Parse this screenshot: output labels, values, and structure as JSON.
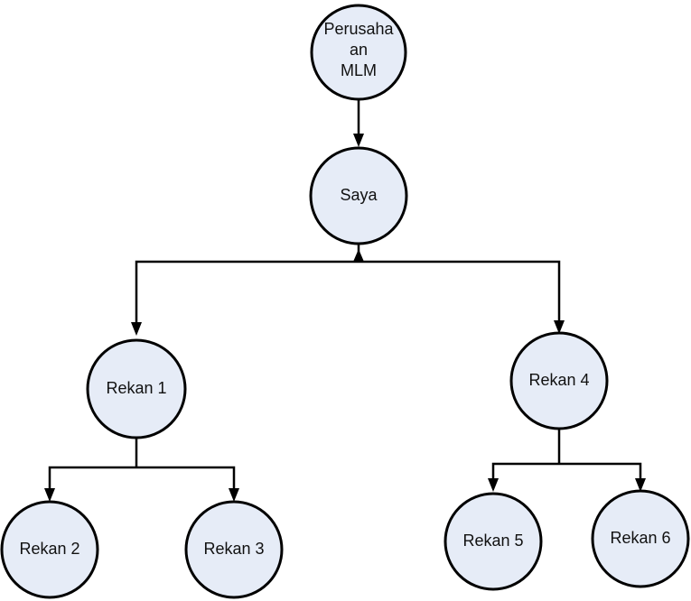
{
  "diagram": {
    "nodes": {
      "perusahaan": {
        "lines": [
          "Perusaha",
          "an",
          "MLM"
        ]
      },
      "saya": {
        "label": "Saya"
      },
      "rekan1": {
        "label": "Rekan 1"
      },
      "rekan2": {
        "label": "Rekan 2"
      },
      "rekan3": {
        "label": "Rekan 3"
      },
      "rekan4": {
        "label": "Rekan 4"
      },
      "rekan5": {
        "label": "Rekan 5"
      },
      "rekan6": {
        "label": "Rekan 6"
      }
    },
    "edges": [
      {
        "from": "perusahaan",
        "to": "saya"
      },
      {
        "from": "saya",
        "to": "rekan1"
      },
      {
        "from": "saya",
        "to": "rekan4"
      },
      {
        "from": "rekan1",
        "to": "rekan2"
      },
      {
        "from": "rekan1",
        "to": "rekan3"
      },
      {
        "from": "rekan4",
        "to": "rekan5"
      },
      {
        "from": "rekan4",
        "to": "rekan6"
      }
    ],
    "colors": {
      "node_fill": "#e6ecf7",
      "stroke": "#000000",
      "text": "#111111"
    }
  }
}
